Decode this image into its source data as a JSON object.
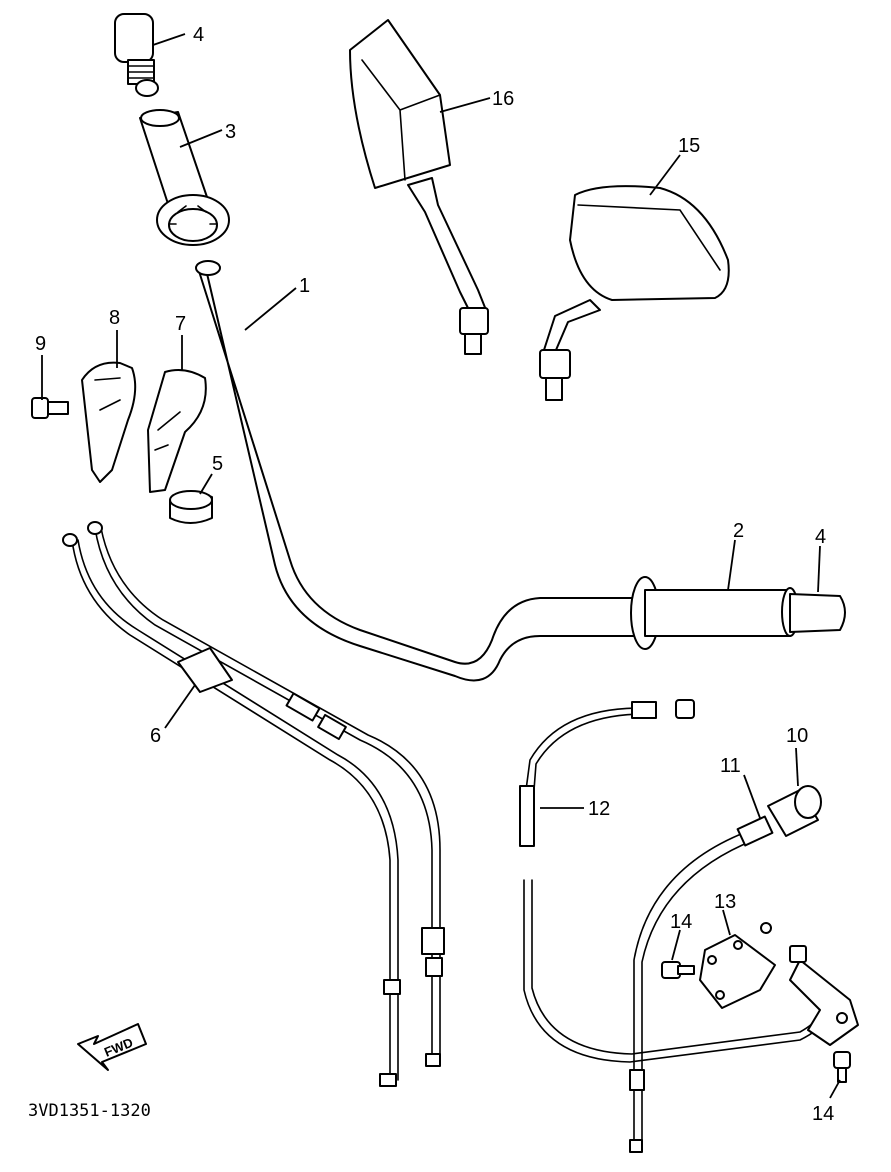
{
  "diagram": {
    "code": "3VD1351-1320",
    "fwd_label": "FWD",
    "callouts": [
      "1",
      "2",
      "3",
      "4",
      "4",
      "5",
      "6",
      "7",
      "8",
      "9",
      "10",
      "11",
      "12",
      "13",
      "14",
      "14",
      "15",
      "16"
    ]
  }
}
